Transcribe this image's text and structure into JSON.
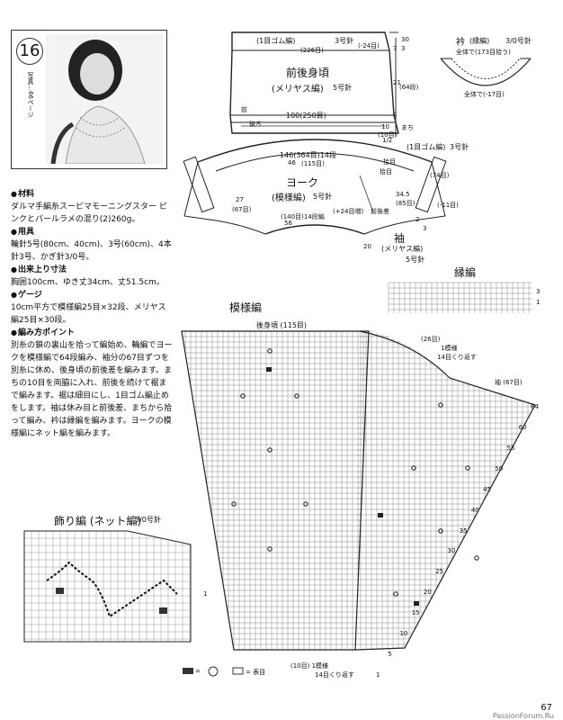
{
  "pattern_number": "16",
  "photo_ref": "写真…66ページ",
  "materials": {
    "heading": "材料",
    "text": "ダルマ手編糸スーピマモーニングスター ピンクとパールラメの混り(2)260g。"
  },
  "tools": {
    "heading": "用具",
    "text": "輪針5号(80cm、40cm)、3号(60cm)、4本針3号、かぎ針3/0号。"
  },
  "size": {
    "heading": "出来上り寸法",
    "text": "胸囲100cm、ゆき丈34cm、丈51.5cm。"
  },
  "gauge": {
    "heading": "ゲージ",
    "text": "10cm平方で模様編25目×32段、メリヤス編25目×30段。"
  },
  "points": {
    "heading": "編み方ポイント",
    "text": "別糸の鎖の裏山を拾って編始め、輪編でヨークを模様編で64段編み、袖分の67目ずつを別糸に休め、後身頃の前後差を編みます。まちの10目を両脇に入れ、前後を続けて裾まで編みます。裾は細目にし、1目ゴム編止めをします。袖は休み目と前後差、まちから拾って編み、衿は縁編を編みます。ヨークの模様編にネット編を編みます。"
  },
  "body_diagram": {
    "rib_label": "(1目ゴム編)",
    "needle3": "3号針",
    "top_count": "(226目)",
    "dec": "(-24目)",
    "title": "前後身頃",
    "subtitle": "(メリヤス編)",
    "needle5": "5号針",
    "front": "前",
    "back": "後ろ",
    "width": "100(250目)",
    "r30": "30",
    "r3": "3",
    "r7": "7",
    "r21": "21",
    "r64": "(64段)",
    "r4": "4",
    "r10": "10",
    "rmachi": "(10目)",
    "machi": "まち",
    "rhalf": "1/2"
  },
  "yoke_diagram": {
    "c1": "146(364目)14段",
    "c2": "46",
    "c3": "(115目)",
    "title": "ヨーク",
    "sub": "(模様編)",
    "needle": "5号針",
    "left27": "27",
    "left67": "(67目)",
    "inc": "(+24目増)",
    "inner": "(140目)14段編",
    "inner56": "56",
    "sleeve_rib": "(1目ゴム編)",
    "sleeve_needle": "3号針",
    "r74": "(74目)",
    "r345": "34.5",
    "r85": "(85目)",
    "r11": "(-11目)",
    "r2": "2",
    "r3": "3",
    "r20": "20",
    "sleeve": "袖",
    "sleeve_sub": "(メリヤス編)",
    "sleeve_needle2": "5号針",
    "w1": "拾目",
    "w2": "拾目",
    "w3": "前後差"
  },
  "collar": {
    "title": "衿",
    "sub": "(縁編)",
    "needle": "3/0号針",
    "whole1": "全体で(173目拾う)",
    "whole2": "全体で(-17目)"
  },
  "edge": {
    "title": "縁編",
    "r3": "3",
    "r1": "1"
  },
  "chart": {
    "title": "模様編",
    "top": "後身頃 (115目)",
    "sleeve_top": "(26目)",
    "sleeve_rep": "1模様",
    "sleeve_rep2": "14目くり返す",
    "sleeve_label": "袖 (67目)",
    "bottom1": "(10目) 1模様",
    "bottom2": "14目くり返す",
    "rows": [
      "64",
      "60",
      "55",
      "50",
      "45",
      "40",
      "35",
      "30",
      "25",
      "20",
      "15",
      "10",
      "5",
      "1"
    ]
  },
  "net": {
    "title": "飾り編 (ネット編)",
    "needle": "3/0号針",
    "r1": "1"
  },
  "legend": {
    "a": "=",
    "b": "= 表目"
  },
  "page_number": "67",
  "watermark": "PassionForum.Ru"
}
